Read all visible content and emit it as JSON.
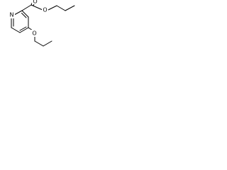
{
  "molecule": {
    "atoms": {
      "n_ring": "N",
      "o_carbonyl": "O",
      "o_ester": "O",
      "o_ether": "O"
    }
  }
}
